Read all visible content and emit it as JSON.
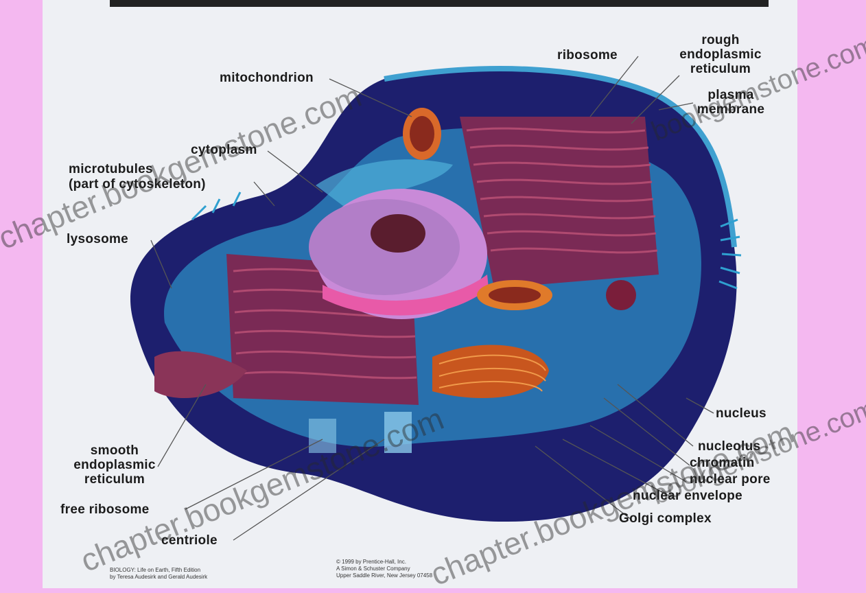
{
  "labels": {
    "mitochondrion": "mitochondrion",
    "cytoplasm": "cytoplasm",
    "microtubules_1": "microtubules",
    "microtubules_2": "(part of cytoskeleton)",
    "lysosome": "lysosome",
    "smooth_er_1": "smooth",
    "smooth_er_2": "endoplasmic",
    "smooth_er_3": "reticulum",
    "free_ribosome": "free ribosome",
    "centriole": "centriole",
    "ribosome": "ribosome",
    "rough_er_1": "rough",
    "rough_er_2": "endoplasmic",
    "rough_er_3": "reticulum",
    "plasma_membrane_1": "plasma",
    "plasma_membrane_2": "membrane",
    "nucleus": "nucleus",
    "nucleolus": "nucleolus",
    "chromatin": "chromatin",
    "nuclear_pore": "nuclear pore",
    "nuclear_envelope": "nuclear envelope",
    "golgi_complex": "Golgi complex"
  },
  "credits": {
    "left_1": "BIOLOGY: Life on Earth, Fifth Edition",
    "left_2": "by Teresa Audesirk and Gerald Audesirk",
    "right_1": "© 1999 by Prentice-Hall, Inc.",
    "right_2": "A Simon & Schuster Company",
    "right_3": "Upper Saddle River, New Jersey 07458"
  },
  "watermarks": {
    "a": "chapter.bookgemstone.com",
    "b": "chapter.bookgemstone.com",
    "c": "chapter.bookgemstone.com",
    "d": "bookgemstone.com",
    "e": "bookgemstone.com"
  },
  "colors": {
    "background": "#f4b8f0",
    "panel": "#eef0f4",
    "cell_dark": "#1d1f6e",
    "cytoplasm_blue": "#2a7fb8",
    "organelle_red": "#8a2848",
    "nucleus_pink": "#c98ad8"
  }
}
